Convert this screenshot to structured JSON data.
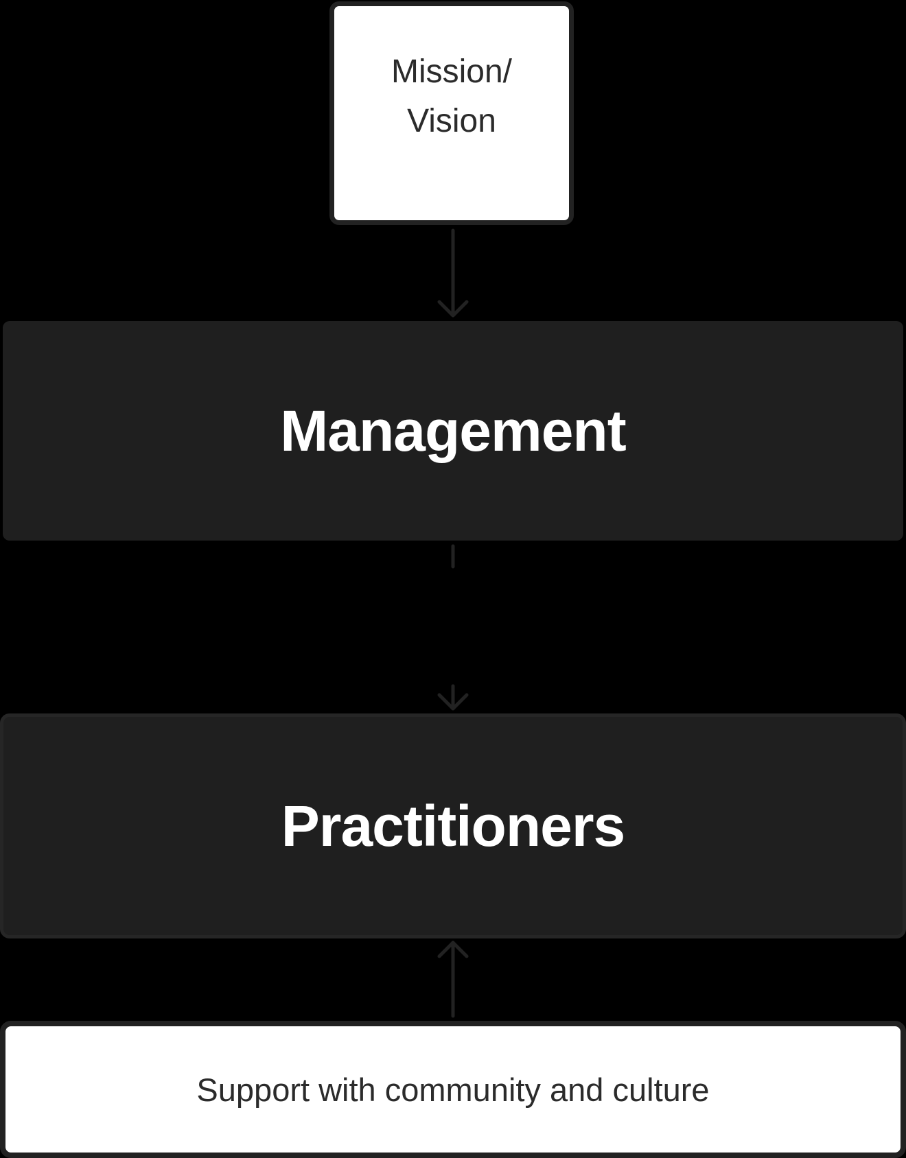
{
  "diagram": {
    "nodes": [
      {
        "id": "mission",
        "label": "Mission/ Vision",
        "line1": "Mission/",
        "line2": "Vision",
        "fill": "#ffffff",
        "text_color": "#2b2b2b"
      },
      {
        "id": "management",
        "label": "Management",
        "fill": "#1f1f1f",
        "text_color": "#ffffff"
      },
      {
        "id": "practitioners",
        "label": "Practitioners",
        "fill": "#1f1f1f",
        "text_color": "#ffffff"
      },
      {
        "id": "support",
        "label": "Support with community and culture",
        "fill": "#ffffff",
        "text_color": "#2b2b2b"
      }
    ],
    "edges": [
      {
        "from": "mission",
        "to": "management",
        "style": "solid",
        "direction": "down"
      },
      {
        "from": "management",
        "to": "practitioners",
        "style": "broken",
        "direction": "down"
      },
      {
        "from": "support",
        "to": "practitioners",
        "style": "solid",
        "direction": "up"
      }
    ],
    "colors": {
      "background": "#000000",
      "connector": "#222222",
      "dark_box": "#1f1f1f",
      "light_box": "#ffffff"
    }
  }
}
